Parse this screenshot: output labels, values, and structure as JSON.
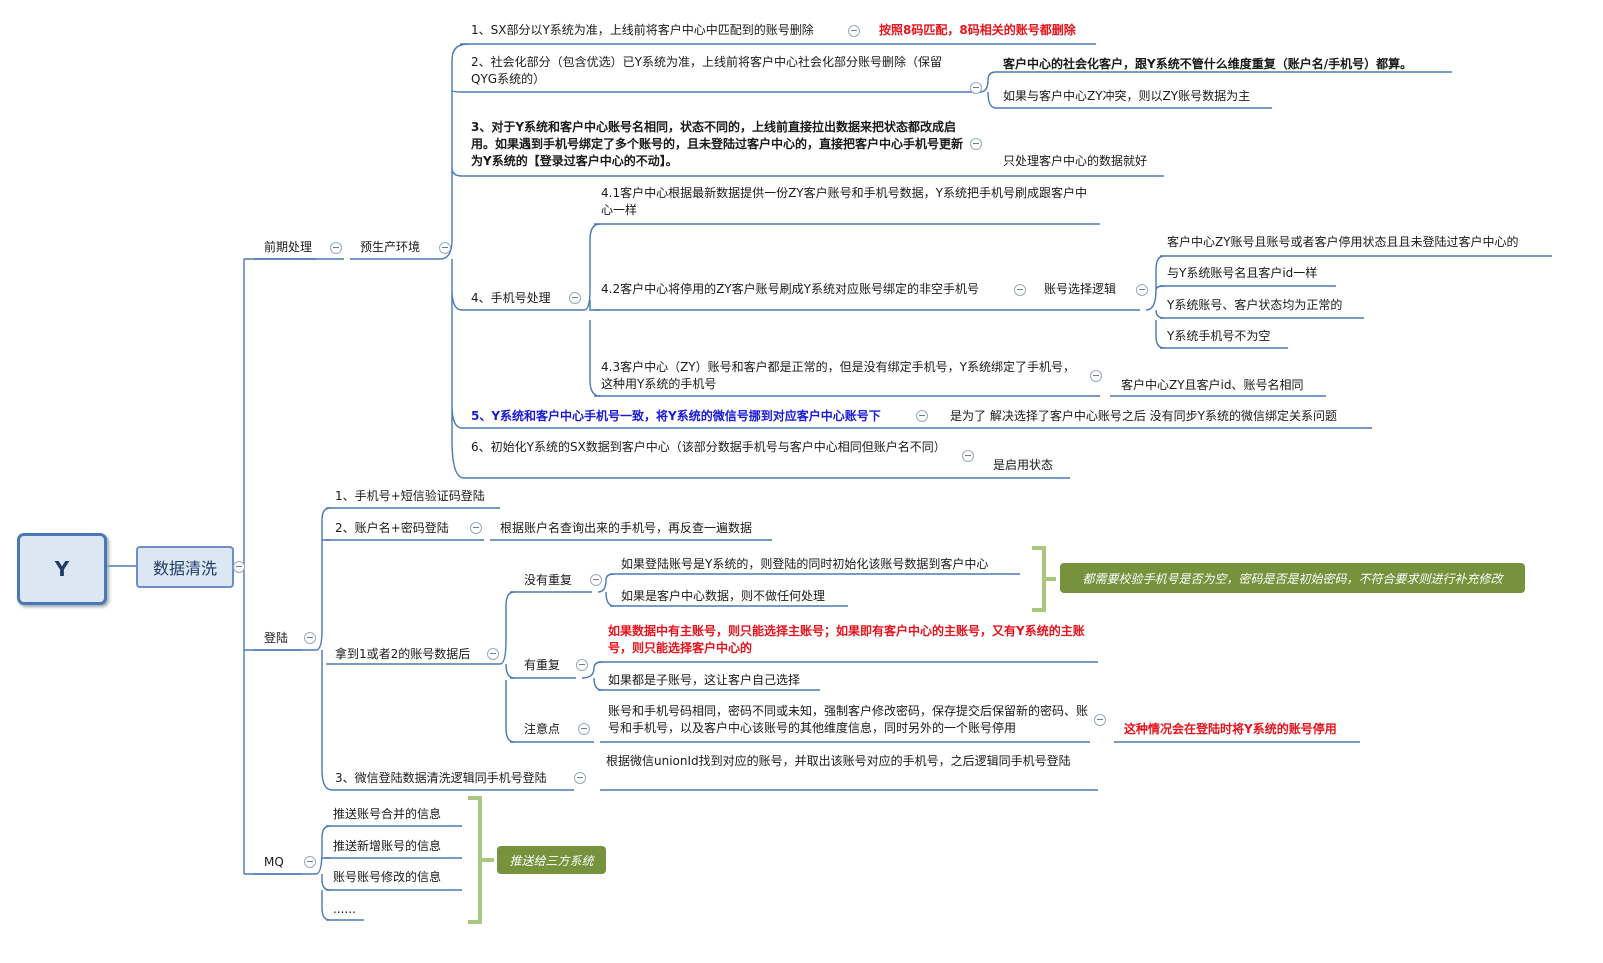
{
  "root": "Y",
  "main": "数据清洗",
  "branches": {
    "preprocess": "前期处理",
    "preprod": "预生产环境",
    "login": "登陆",
    "mq": "MQ"
  },
  "pre": {
    "n1": "1、SX部分以Y系统为准，上线前将客户中心中匹配到的账号删除",
    "n1_note": "按照8码匹配，8码相关的账号都删除",
    "n2": "2、社会化部分（包含优选）已Y系统为准，上线前将客户中心社会化部分账号删除（保留QYG系统的）",
    "n2_a": "客户中心的社会化客户，跟Y系统不管什么维度重复（账户名/手机号）都算。",
    "n2_b": "如果与客户中心ZY冲突，则以ZY账号数据为主",
    "n3": "3、对于Y系统和客户中心账号名相同，状态不同的，上线前直接拉出数据来把状态都改成启用。如果遇到手机号绑定了多个账号的，且未登陆过客户中心的，直接把客户中心手机号更新为Y系统的【登录过客户中心的不动】。",
    "n3_a": "只处理客户中心的数据就好",
    "n4": "4、手机号处理",
    "n4_1": "4.1客户中心根据最新数据提供一份ZY客户账号和手机号数据，Y系统把手机号刷成跟客户中心一样",
    "n4_2": "4.2客户中心将停用的ZY客户账号刷成Y系统对应账号绑定的非空手机号",
    "n4_2_logic": "账号选择逻辑",
    "n4_2_items": [
      "客户中心ZY账号且账号或者客户停用状态且且未登陆过客户中心的",
      "与Y系统账号名且客户id一样",
      "Y系统账号、客户状态均为正常的",
      "Y系统手机号不为空"
    ],
    "n4_3": "4.3客户中心（ZY）账号和客户都是正常的，但是没有绑定手机号，Y系统绑定了手机号，这种用Y系统的手机号",
    "n4_3_a": "客户中心ZY且客户id、账号名相同",
    "n5": "5、Y系统和客户中心手机号一致，将Y系统的微信号挪到对应客户中心账号下",
    "n5_a": "是为了 解决选择了客户中心账号之后 没有同步Y系统的微信绑定关系问题",
    "n6": "6、初始化Y系统的SX数据到客户中心（该部分数据手机号与客户中心相同但账户名不同）",
    "n6_a": "是启用状态"
  },
  "login": {
    "l1": "1、手机号+短信验证码登陆",
    "l2": "2、账户名+密码登陆",
    "l2_a": "根据账户名查询出来的手机号，再反查一遍数据",
    "after": "拿到1或者2的账号数据后",
    "nodup": "没有重复",
    "nodup_a": "如果登陆账号是Y系统的，则登陆的同时初始化该账号数据到客户中心",
    "nodup_b": "如果是客户中心数据，则不做任何处理",
    "nodup_callout": "都需要校验手机号是否为空，密码是否是初始密码，不符合要求则进行补充修改",
    "dup": "有重复",
    "dup_a": "如果数据中有主账号，则只能选择主账号；如果即有客户中心的主账号，又有Y系统的主账号，则只能选择客户中心的",
    "dup_b": "如果都是子账号，这让客户自己选择",
    "note": "注意点",
    "note_a": "账号和手机号码相同，密码不同或未知，强制客户修改密码，保存提交后保留新的密码、账号和手机号，以及客户中心该账号的其他维度信息，同时另外的一个账号停用",
    "note_b": "这种情况会在登陆时将Y系统的账号停用",
    "l3": "3、微信登陆数据清洗逻辑同手机号登陆",
    "l3_a": "根据微信unionId找到对应的账号，并取出该账号对应的手机号，之后逻辑同手机号登陆"
  },
  "mq": {
    "items": [
      "推送账号合并的信息",
      "推送新增账号的信息",
      "账号账号修改的信息",
      "......"
    ],
    "callout": "推送给三方系统"
  },
  "colors": {
    "line": "#4a78b6",
    "red": "#e8141d",
    "blue": "#1b1bd6",
    "callout": "#76923c",
    "bracket": "#a9c77d"
  }
}
